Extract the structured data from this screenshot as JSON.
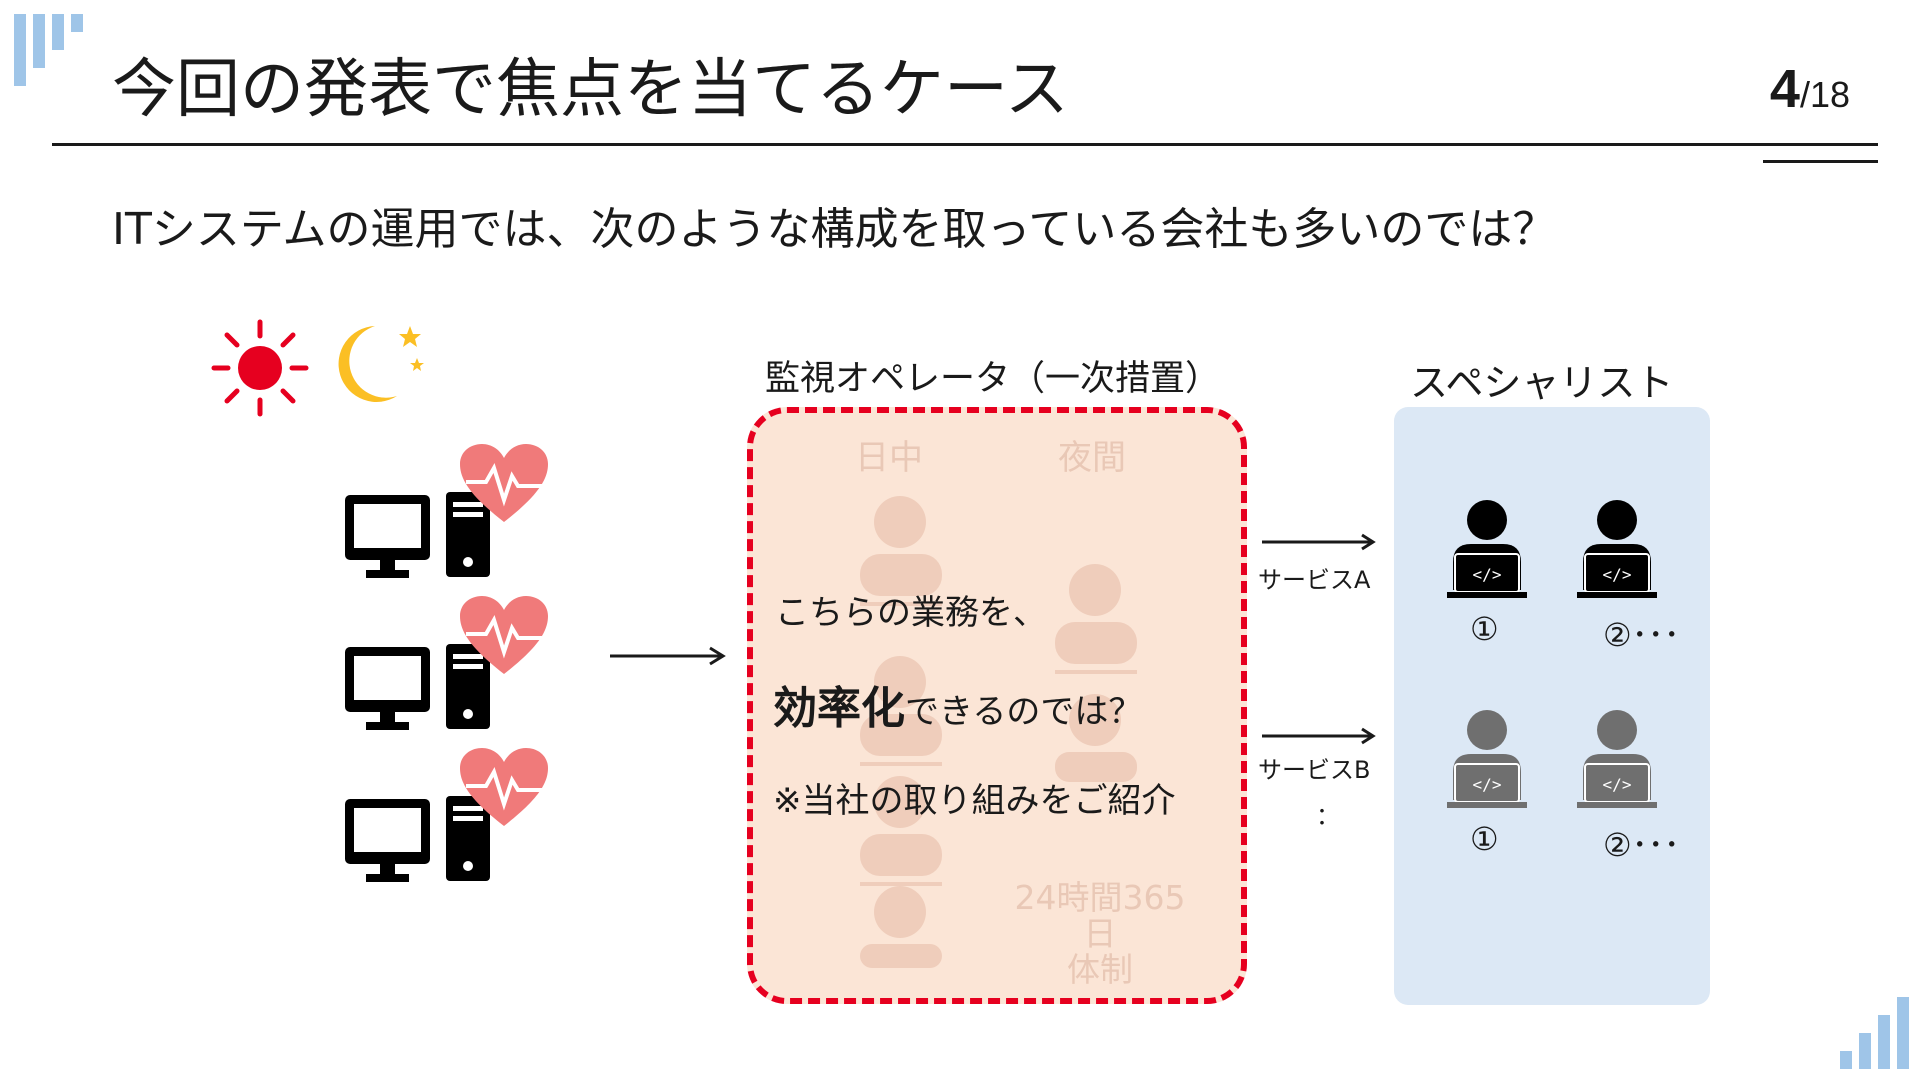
{
  "header": {
    "title": "今回の発表で焦点を当てるケース",
    "page_current": "4",
    "page_total": "/18"
  },
  "subtitle": "ITシステムの運用では、次のような構成を取っている会社も多いのでは？",
  "left": {
    "icons": [
      "sun-icon",
      "moon-stars-icon",
      "computer-icon",
      "heart-pulse-icon"
    ]
  },
  "operator": {
    "label": "監視オペレータ（一次措置）",
    "day": "日中",
    "night": "夜間",
    "schedule_line1": "24時間365日",
    "schedule_line2": "体制",
    "text_line1": "こちらの業務を、",
    "text_bold": "効率化",
    "text_rest": "できるのでは？",
    "text_note": "※当社の取り組みをご紹介"
  },
  "services": {
    "a": "サービスA",
    "b": "サービスB",
    "more": "："
  },
  "specialists": {
    "label": "スペシャリスト",
    "row1_first": "①",
    "row1_second": "②･･･",
    "row2_first": "①",
    "row2_second": "②･･･"
  },
  "colors": {
    "accent_red": "#e6001f",
    "operator_bg": "#fbe5d6",
    "specialist_bg": "#dce8f5",
    "logo_blue": "#9fc5e8",
    "heart": "#f07a7a",
    "moon": "#fbbf24"
  }
}
